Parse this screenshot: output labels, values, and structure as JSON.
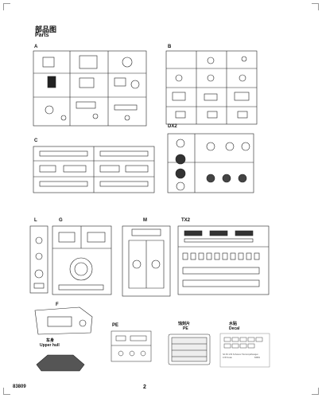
{
  "header": {
    "title_cn": "部品图",
    "title_en": "Parts"
  },
  "sprues": {
    "A": "A",
    "B": "B",
    "C": "C",
    "DX2": "DX2",
    "L": "L",
    "G": "G",
    "M": "M",
    "TX2": "TX2",
    "F": "F",
    "PE_small": "PE"
  },
  "captions": {
    "upper_hull_cn": "车身",
    "upper_hull_en": "Upper hull",
    "pe_cn": "蚀刻片",
    "pe_en": "PE",
    "decal_cn": "水贴",
    "decal_en": "Decal"
  },
  "decal_sheet": {
    "line1": "Sd.Kfz.234 Schwerer Panzerspähwagen",
    "line2": "1/35 Scale",
    "line3": "83809"
  },
  "footer": {
    "code": "83809",
    "page_number": "2"
  }
}
